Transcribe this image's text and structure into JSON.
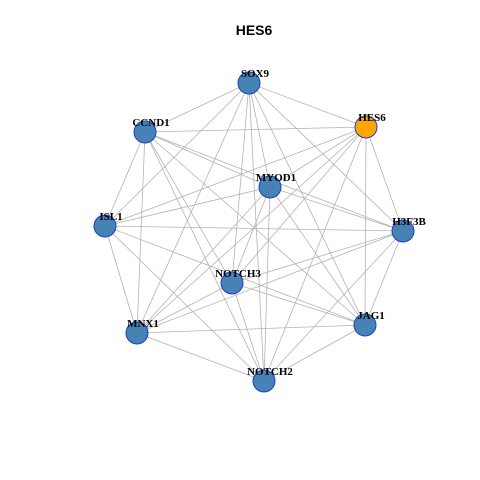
{
  "title": "HES6",
  "colors": {
    "node_fill": "#4682B4",
    "node_border": "#1E3FBF",
    "highlight_fill": "#FFA500",
    "highlight_border": "#1E3FBF",
    "edge": "#B3B3B3"
  },
  "network": {
    "nodes": [
      {
        "id": "SOX9",
        "label": "SOX9",
        "highlight": false
      },
      {
        "id": "HES6",
        "label": "HES6",
        "highlight": true
      },
      {
        "id": "CCND1",
        "label": "CCND1",
        "highlight": false
      },
      {
        "id": "MYOD1",
        "label": "MYOD1",
        "highlight": false
      },
      {
        "id": "ISL1",
        "label": "ISL1",
        "highlight": false
      },
      {
        "id": "H3F3B",
        "label": "H3F3B",
        "highlight": false
      },
      {
        "id": "NOTCH3",
        "label": "NOTCH3",
        "highlight": false
      },
      {
        "id": "MNX1",
        "label": "MNX1",
        "highlight": false
      },
      {
        "id": "JAG1",
        "label": "JAG1",
        "highlight": false
      },
      {
        "id": "NOTCH2",
        "label": "NOTCH2",
        "highlight": false
      }
    ],
    "edges": [
      [
        "SOX9",
        "HES6"
      ],
      [
        "SOX9",
        "CCND1"
      ],
      [
        "SOX9",
        "MYOD1"
      ],
      [
        "SOX9",
        "ISL1"
      ],
      [
        "SOX9",
        "H3F3B"
      ],
      [
        "SOX9",
        "NOTCH3"
      ],
      [
        "SOX9",
        "MNX1"
      ],
      [
        "SOX9",
        "JAG1"
      ],
      [
        "SOX9",
        "NOTCH2"
      ],
      [
        "HES6",
        "CCND1"
      ],
      [
        "HES6",
        "MYOD1"
      ],
      [
        "HES6",
        "ISL1"
      ],
      [
        "HES6",
        "H3F3B"
      ],
      [
        "HES6",
        "NOTCH3"
      ],
      [
        "HES6",
        "MNX1"
      ],
      [
        "HES6",
        "JAG1"
      ],
      [
        "HES6",
        "NOTCH2"
      ],
      [
        "CCND1",
        "MYOD1"
      ],
      [
        "CCND1",
        "H3F3B"
      ],
      [
        "CCND1",
        "NOTCH3"
      ],
      [
        "CCND1",
        "MNX1"
      ],
      [
        "CCND1",
        "JAG1"
      ],
      [
        "CCND1",
        "NOTCH2"
      ],
      [
        "CCND1",
        "ISL1"
      ],
      [
        "MYOD1",
        "ISL1"
      ],
      [
        "MYOD1",
        "H3F3B"
      ],
      [
        "MYOD1",
        "NOTCH3"
      ],
      [
        "MYOD1",
        "MNX1"
      ],
      [
        "MYOD1",
        "JAG1"
      ],
      [
        "MYOD1",
        "NOTCH2"
      ],
      [
        "ISL1",
        "H3F3B"
      ],
      [
        "ISL1",
        "MNX1"
      ],
      [
        "ISL1",
        "JAG1"
      ],
      [
        "ISL1",
        "NOTCH2"
      ],
      [
        "H3F3B",
        "NOTCH3"
      ],
      [
        "H3F3B",
        "MNX1"
      ],
      [
        "H3F3B",
        "JAG1"
      ],
      [
        "H3F3B",
        "NOTCH2"
      ],
      [
        "NOTCH3",
        "MNX1"
      ],
      [
        "NOTCH3",
        "JAG1"
      ],
      [
        "NOTCH3",
        "NOTCH2"
      ],
      [
        "MNX1",
        "JAG1"
      ],
      [
        "MNX1",
        "NOTCH2"
      ],
      [
        "JAG1",
        "NOTCH2"
      ]
    ]
  }
}
